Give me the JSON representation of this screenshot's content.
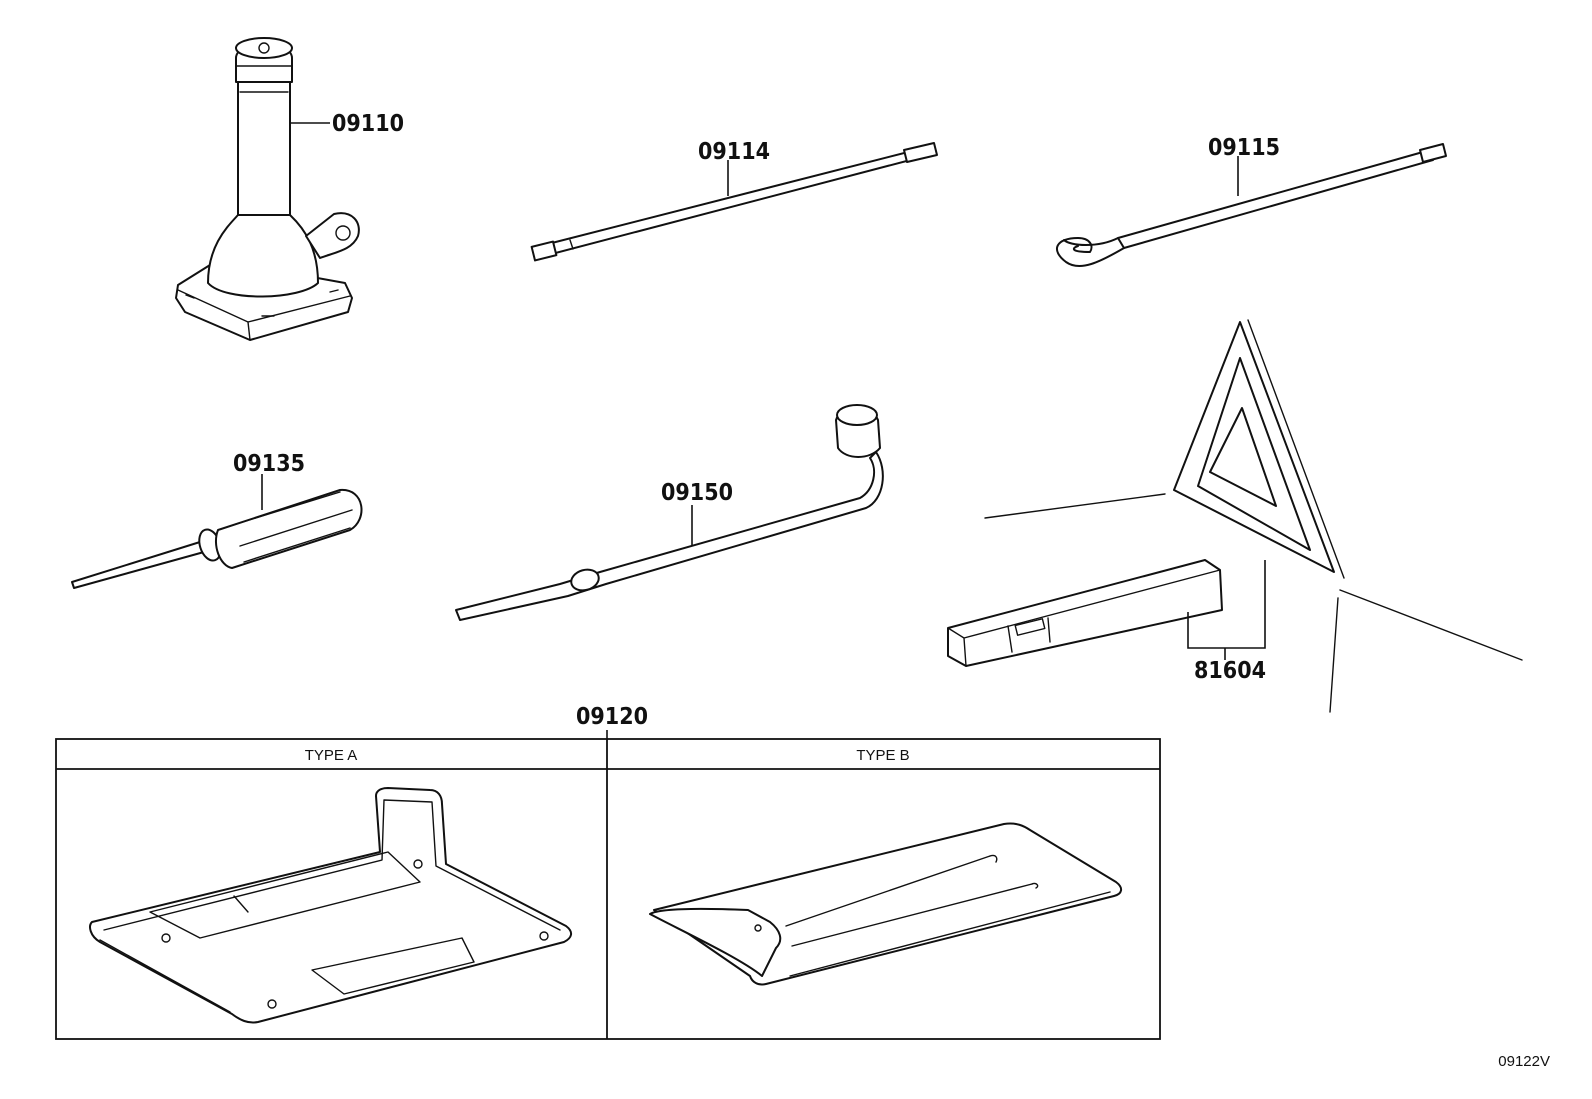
{
  "parts": {
    "jack": "09110",
    "jack_handle_extension": "09114",
    "jack_handle": "09115",
    "screwdriver": "09135",
    "wheel_wrench": "09150",
    "warning_triangle": "81604",
    "tool_bag": "09120"
  },
  "tool_bag_types": {
    "type_a": "TYPE A",
    "type_b": "TYPE B"
  },
  "diagram_code": "09122V"
}
